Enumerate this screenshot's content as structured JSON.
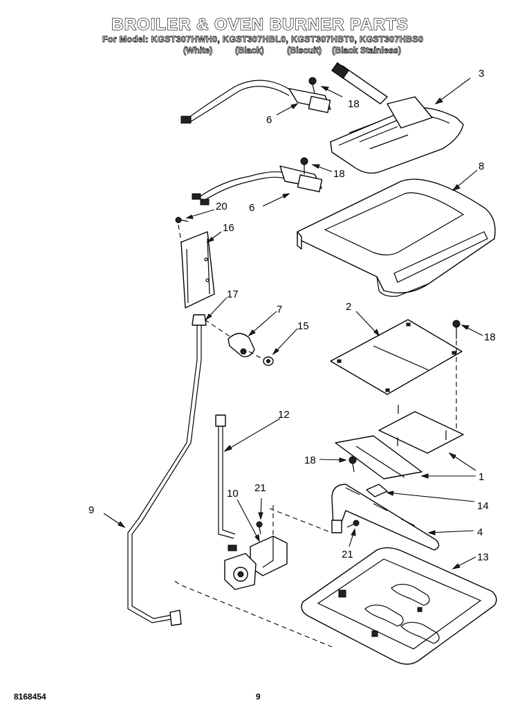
{
  "header": {
    "title": "BROILER & OVEN BURNER PARTS",
    "models": "For Model: KGST307HWH0, KGST307HBL0, KGST307HBT0, KGST307HBS0",
    "variants": [
      "(White)",
      "(Black)",
      "(Biscuit)",
      "(Black Stainless)"
    ]
  },
  "footer": {
    "doc_number": "8168454",
    "page_number": "9"
  },
  "callouts": {
    "c1": "1",
    "c2": "2",
    "c3": "3",
    "c4": "4",
    "c6a": "6",
    "c6b": "6",
    "c7": "7",
    "c8": "8",
    "c9": "9",
    "c10": "10",
    "c12": "12",
    "c13": "13",
    "c14": "14",
    "c15": "15",
    "c16": "16",
    "c17": "17",
    "c18a": "18",
    "c18b": "18",
    "c18c": "18",
    "c18d": "18",
    "c20": "20",
    "c21a": "21",
    "c21b": "21"
  }
}
